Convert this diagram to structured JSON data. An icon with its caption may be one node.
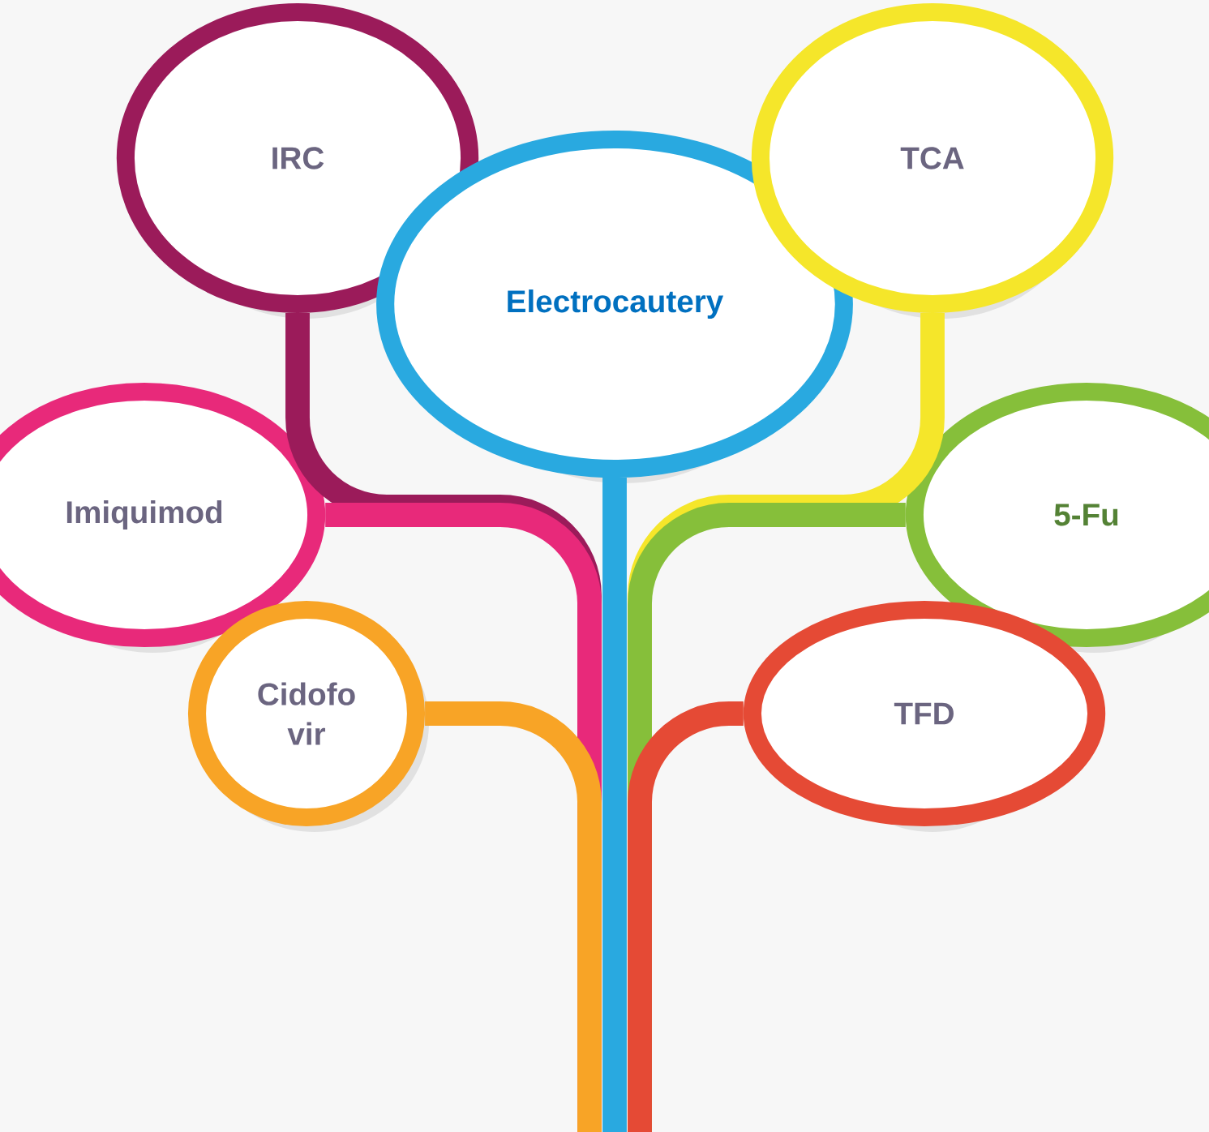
{
  "diagram": {
    "nodes": [
      {
        "text": [
          "IRC"
        ]
      },
      {
        "text": [
          "Imiquimod"
        ]
      },
      {
        "text": [
          "Electrocautery"
        ]
      },
      {
        "text": [
          "TCA"
        ]
      },
      {
        "text": [
          "5-Fu"
        ]
      },
      {
        "text": [
          "Cidofo vir"
        ]
      },
      {
        "text": [
          "TFD"
        ]
      }
    ],
    "edges": [
      {
        "from": null,
        "to": 0,
        "arrow": "none",
        "color": "#9b1b5a"
      },
      {
        "from": null,
        "to": 3,
        "arrow": "none",
        "color": "#f5e62a"
      },
      {
        "from": null,
        "to": 1,
        "arrow": "none",
        "color": "#e8297a"
      },
      {
        "from": null,
        "to": 4,
        "arrow": "none",
        "color": "#86bf3a"
      },
      {
        "from": null,
        "to": 5,
        "arrow": "none",
        "color": "#f8a426"
      },
      {
        "from": null,
        "to": 6,
        "arrow": "none",
        "color": "#e54a35"
      },
      {
        "from": null,
        "to": 2,
        "arrow": "none",
        "color": "#29a9e0"
      }
    ]
  }
}
